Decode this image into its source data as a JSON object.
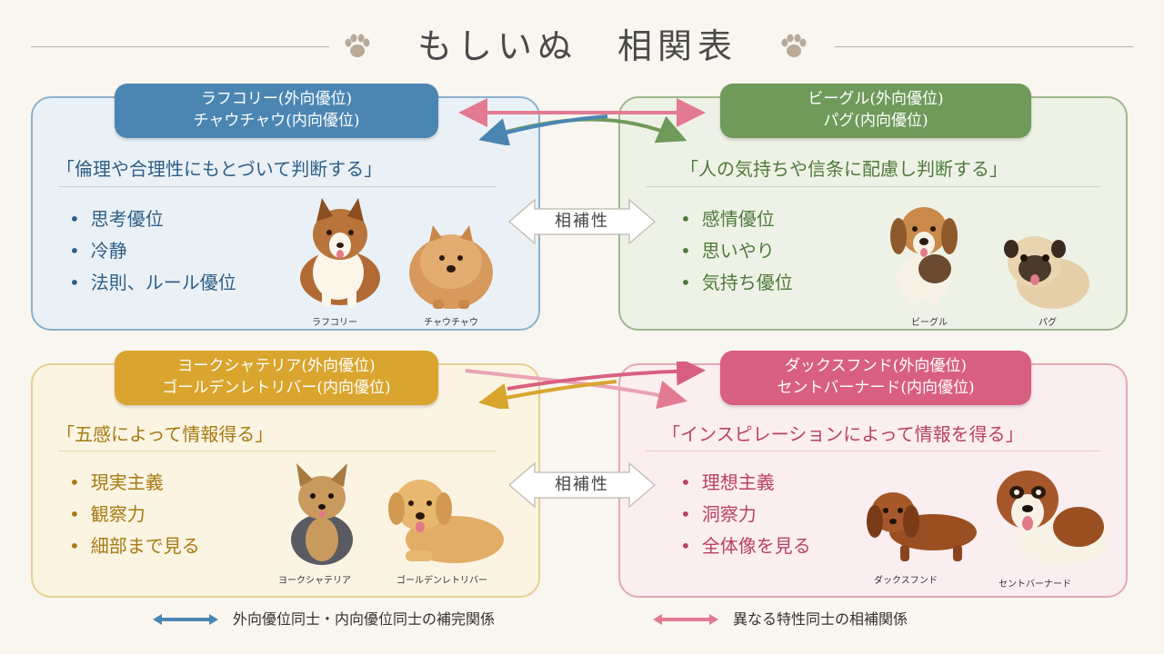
{
  "title": "もしいぬ　相関表",
  "colors": {
    "blue": "#4b86b3",
    "green": "#6f9a5a",
    "gold": "#d9a52e",
    "pink": "#d95f80"
  },
  "cards": {
    "thinking": {
      "header_line1": "ラフコリー(外向優位)",
      "header_line2": "チャウチャウ(内向優位)",
      "quote": "「倫理や合理性にもとづいて判断する」",
      "traits": [
        "思考優位",
        "冷静",
        "法則、ルール優位"
      ],
      "dogs": [
        "ラフコリー",
        "チャウチャウ"
      ]
    },
    "feeling": {
      "header_line1": "ビーグル(外向優位)",
      "header_line2": "パグ(内向優位)",
      "quote": "「人の気持ちや信条に配慮し判断する」",
      "traits": [
        "感情優位",
        "思いやり",
        "気持ち優位"
      ],
      "dogs": [
        "ビーグル",
        "パグ"
      ]
    },
    "sensing": {
      "header_line1": "ヨークシャテリア(外向優位)",
      "header_line2": "ゴールデンレトリバー(内向優位)",
      "quote": "「五感によって情報得る」",
      "traits": [
        "現実主義",
        "観察力",
        "細部まで見る"
      ],
      "dogs": [
        "ヨークシャテリア",
        "ゴールデンレトリバー"
      ]
    },
    "intuition": {
      "header_line1": "ダックスフンド(外向優位)",
      "header_line2": "セントバーナード(内向優位)",
      "quote": "「インスピレーションによって情報を得る」",
      "traits": [
        "理想主義",
        "洞察力",
        "全体像を見る"
      ],
      "dogs": [
        "ダックスフンド",
        "セントバーナード"
      ]
    }
  },
  "complement_label_top": "相補性",
  "complement_label_bottom": "相補性",
  "legend": {
    "blue_arrow": "外向優位同士・内向優位同士の補完関係",
    "pink_arrow": "異なる特性同士の相補関係"
  }
}
